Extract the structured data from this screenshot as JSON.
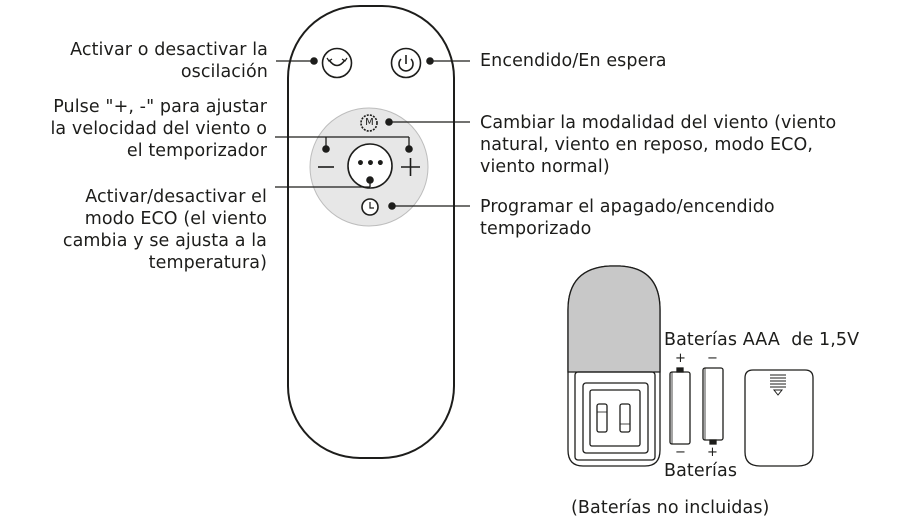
{
  "callouts": {
    "oscillation": [
      "Activar o desactivar la",
      "oscilación"
    ],
    "power": "Encendido/En espera",
    "speed_timer": [
      "Pulse \"+, -\" para ajustar",
      "la velocidad del viento o",
      "el temporizador"
    ],
    "wind_mode": [
      "Cambiar la modalidad del viento (viento",
      "natural, viento en reposo, modo ECO,",
      "viento normal)"
    ],
    "eco": [
      "Activar/desactivar el",
      "modo ECO (el viento",
      "cambia y se ajusta a la",
      "temperatura)"
    ],
    "timer": [
      "Programar el apagado/encendido",
      "temporizado"
    ]
  },
  "remote": {
    "mode_button_glyph": "M",
    "eco_button_glyph": "•••"
  },
  "batteries": {
    "title": "Baterías AAA  de 1,5V",
    "caption": "Baterías",
    "note": "(Baterías no incluidas)",
    "plus": "+",
    "minus": "−"
  }
}
